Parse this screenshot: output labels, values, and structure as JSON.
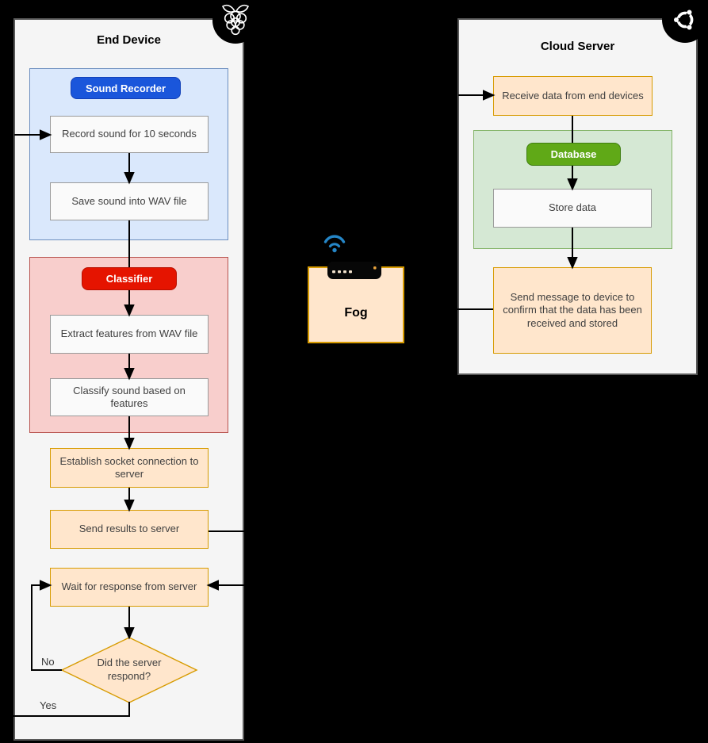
{
  "canvas": {
    "background": "#000000"
  },
  "end_device": {
    "title": "End Device",
    "logo": "raspberry-pi",
    "sound_recorder": {
      "label": "Sound Recorder",
      "record": "Record sound for 10 seconds",
      "save": "Save sound into WAV file"
    },
    "classifier": {
      "label": "Classifier",
      "extract": "Extract features from WAV file",
      "classify": "Classify sound based on features"
    },
    "establish": "Establish socket connection to server",
    "send_results": "Send results to server",
    "wait_response": "Wait for response from server",
    "decision": "Did the server respond?",
    "decision_no": "No",
    "decision_yes": "Yes"
  },
  "fog": {
    "title": "Fog",
    "icon": "wifi-router"
  },
  "cloud_server": {
    "title": "Cloud Server",
    "logo": "ubuntu",
    "receive": "Receive data from end devices",
    "database": {
      "label": "Database",
      "store": "Store data"
    },
    "confirm": "Send message to device to confirm that the data has been received and stored"
  },
  "colors": {
    "sound_recorder_accent": "#1A56DB",
    "classifier_accent": "#E51400",
    "database_accent": "#60A917",
    "group_blue_fill": "#DAE8FC",
    "group_red_fill": "#F8CECC",
    "group_green_fill": "#D5E8D4",
    "process_fill": "#FFE6CC",
    "process_border": "#D79B00",
    "panel_fill": "#F5F5F5",
    "arrow": "#000000",
    "wifi_blue": "#2586C7"
  }
}
